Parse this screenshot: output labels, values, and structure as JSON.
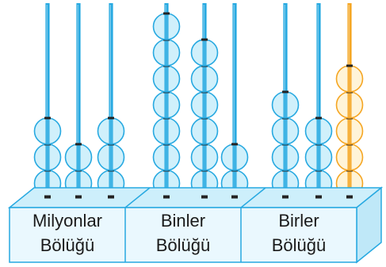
{
  "sections": [
    {
      "line1": "Milyonlar",
      "line2": "Bölüğü"
    },
    {
      "line1": "Binler",
      "line2": "Bölüğü"
    },
    {
      "line1": "Birler",
      "line2": "Bölüğü"
    }
  ],
  "rods": [
    {
      "beads": 3,
      "highlight": false
    },
    {
      "beads": 2,
      "highlight": false
    },
    {
      "beads": 3,
      "highlight": false
    },
    {
      "beads": 7,
      "highlight": false
    },
    {
      "beads": 6,
      "highlight": false
    },
    {
      "beads": 2,
      "highlight": false
    },
    {
      "beads": 4,
      "highlight": false
    },
    {
      "beads": 3,
      "highlight": false
    },
    {
      "beads": 5,
      "highlight": true
    }
  ],
  "colors": {
    "rod": "#27a9e1",
    "bead_fill": "#cdeffb",
    "bead_stroke": "#27a9e1",
    "highlight": "#f5a623",
    "highlight_fill": "#fff3d6",
    "box_front": "#eaf8fe",
    "box_top": "#cdeffb",
    "box_side": "#bfe8f8",
    "box_stroke": "#27a9e1"
  }
}
